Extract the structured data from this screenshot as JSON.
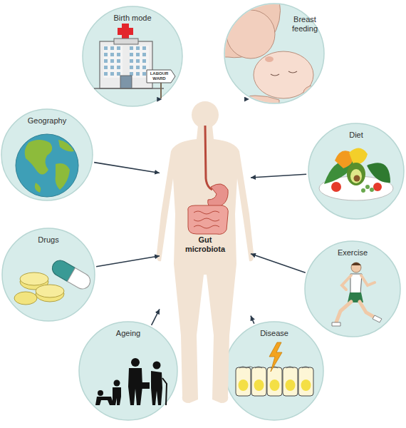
{
  "diagram": {
    "nodes": [
      {
        "text": [
          "Birth mode"
        ]
      },
      {
        "text": [
          "Breast feeding"
        ]
      },
      {
        "text": [
          "Geography"
        ]
      },
      {
        "text": [
          "Gut microbiota"
        ]
      },
      {
        "text": [
          "Diet"
        ]
      },
      {
        "text": [
          "Drugs"
        ]
      },
      {
        "text": [
          "Exercise"
        ]
      },
      {
        "text": [
          "Ageing"
        ]
      },
      {
        "text": [
          "Disease"
        ]
      }
    ],
    "edges": [
      {
        "from": 0,
        "to": 3,
        "arrow": "to"
      },
      {
        "from": 1,
        "to": 3,
        "arrow": "to"
      },
      {
        "from": 2,
        "to": 3,
        "arrow": "to"
      },
      {
        "from": 4,
        "to": 3,
        "arrow": "to"
      },
      {
        "from": 5,
        "to": 3,
        "arrow": "to"
      },
      {
        "from": 6,
        "to": 3,
        "arrow": "to"
      },
      {
        "from": 7,
        "to": 3,
        "arrow": "to"
      },
      {
        "from": 8,
        "to": 3,
        "arrow": "to"
      }
    ],
    "labels": [
      "LABOUR WARD"
    ]
  }
}
